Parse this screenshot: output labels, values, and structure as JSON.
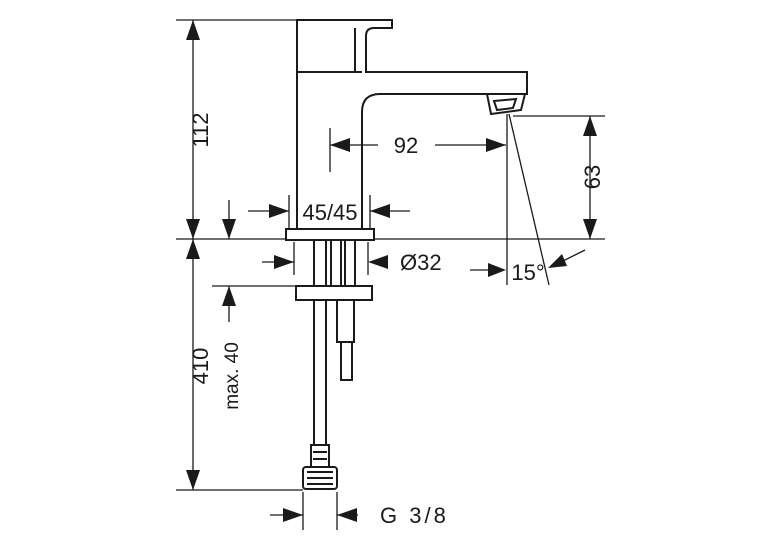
{
  "drawing": {
    "dimensions": {
      "tap_height": "112",
      "spout_reach": "92",
      "spout_clearance": "63",
      "tap_hole_overlap": "45/45",
      "tap_hole_diameter": "Ø32",
      "spout_angle": "15°",
      "total_hose_length": "410",
      "max_countertop": "max. 40",
      "connection_thread": "G 3/8"
    }
  }
}
